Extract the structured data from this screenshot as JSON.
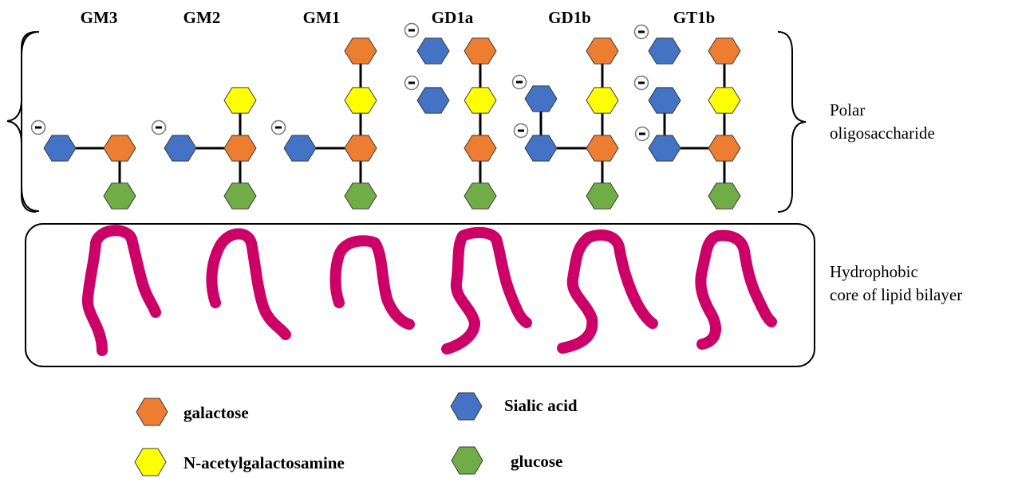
{
  "colors": {
    "galactose": "#ED7D31",
    "n_acetylgalactosamine": "#FFFF00",
    "sialic_acid": "#4472C4",
    "glucose": "#70AD47",
    "lipid_tail": "#CC0066"
  },
  "gangliosides": [
    {
      "name": "GM3"
    },
    {
      "name": "GM2"
    },
    {
      "name": "GM1"
    },
    {
      "name": "GD1a"
    },
    {
      "name": "GD1b"
    },
    {
      "name": "GT1b"
    }
  ],
  "labels": {
    "polar_line1": "Polar",
    "polar_line2": "oligosaccharide",
    "hydrophobic_line1": "Hydrophobic",
    "hydrophobic_line2": "core of lipid bilayer"
  },
  "legend": [
    {
      "label": "galactose",
      "color": "#ED7D31",
      "icon": "galactose-hexagon"
    },
    {
      "label": "Sialic acid",
      "color": "#4472C4",
      "icon": "sialic-acid-hexagon"
    },
    {
      "label": "N-acetylgalactosamine",
      "color": "#FFFF00",
      "icon": "n-acetylgalactosamine-hexagon"
    },
    {
      "label": "glucose",
      "color": "#70AD47",
      "icon": "glucose-hexagon"
    }
  ]
}
